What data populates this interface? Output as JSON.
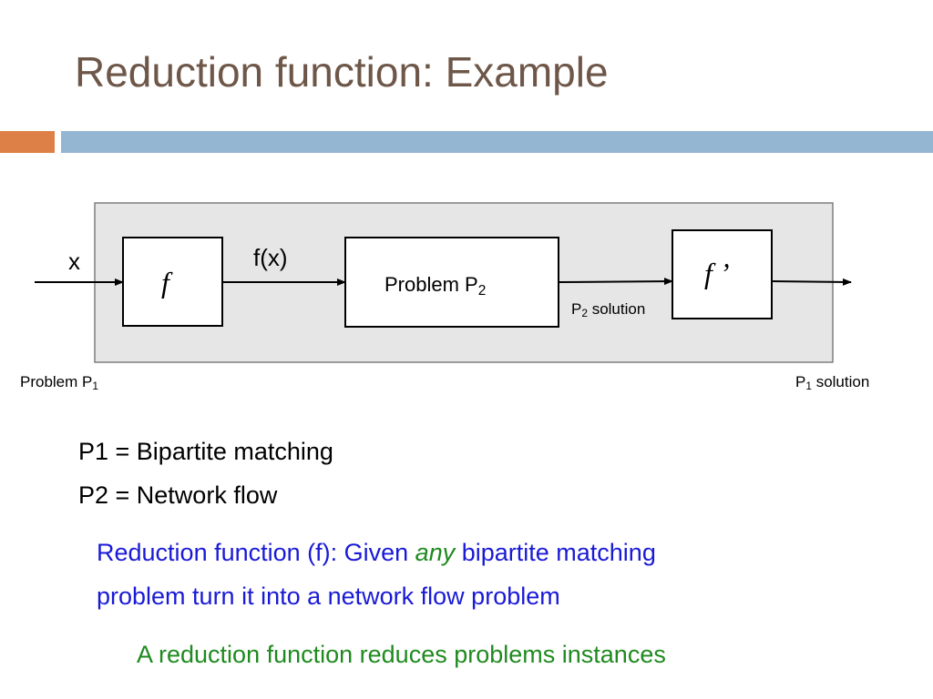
{
  "title": "Reduction function: Example",
  "diagram": {
    "input_label": "x",
    "fx_label": "f(x)",
    "f_box": "f",
    "problem_box_prefix": "Problem P",
    "problem_box_sub": "2",
    "finv_box": "f ’",
    "p2_solution_prefix": "P",
    "p2_solution_sub": "2",
    "p2_solution_suffix": " solution",
    "problem_p1_prefix": "Problem P",
    "problem_p1_sub": "1",
    "p1_solution_prefix": "P",
    "p1_solution_sub": "1",
    "p1_solution_suffix": " solution"
  },
  "definitions": {
    "line1": "P1 = Bipartite matching",
    "line2": "P2 = Network flow"
  },
  "explanation": {
    "part1": "Reduction function (f): Given ",
    "emphasis": "any",
    "part2": " bipartite matching",
    "line2": "problem turn it into a network flow problem"
  },
  "conclusion": "A reduction function reduces problems instances",
  "colors": {
    "title": "#6e5749",
    "accent_orange": "#dd8047",
    "accent_blue": "#94b6d2",
    "explanation_blue": "#1a1ad6",
    "conclusion_green": "#1f8a1f",
    "diagram_bg": "#e6e6e6"
  }
}
